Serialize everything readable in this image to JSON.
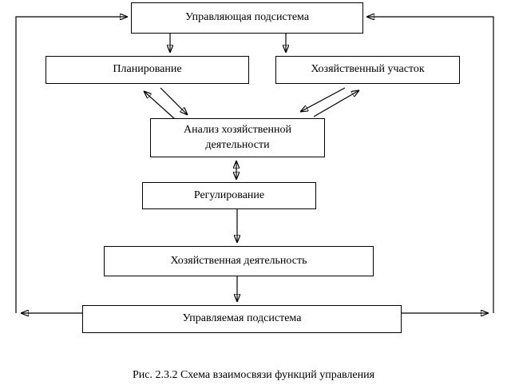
{
  "figure": {
    "caption": "Рис. 2.3.2 Схема взаимосвязи функций управления"
  },
  "diagram": {
    "type": "flowchart",
    "nodes": [
      {
        "id": "managing-subsystem",
        "label": "Управляющая подсистема"
      },
      {
        "id": "planning",
        "label": "Планирование"
      },
      {
        "id": "economic-section",
        "label": "Хозяйственный участок"
      },
      {
        "id": "analysis",
        "label": "Анализ хозяйственной деятельности"
      },
      {
        "id": "regulation",
        "label": "Регулирование"
      },
      {
        "id": "economic-activity",
        "label": "Хозяйственная деятельность"
      },
      {
        "id": "managed-subsystem",
        "label": "Управляемая подсистема"
      }
    ],
    "edges": [
      {
        "from": "managing-subsystem",
        "to": "planning",
        "direction": "one-way"
      },
      {
        "from": "managing-subsystem",
        "to": "economic-section",
        "direction": "one-way"
      },
      {
        "from": "analysis",
        "to": "planning",
        "direction": "one-way",
        "style": "diagonal"
      },
      {
        "from": "planning",
        "to": "analysis",
        "direction": "one-way",
        "style": "diagonal"
      },
      {
        "from": "economic-section",
        "to": "analysis",
        "direction": "one-way",
        "style": "diagonal"
      },
      {
        "from": "analysis",
        "to": "economic-section",
        "direction": "one-way",
        "style": "diagonal"
      },
      {
        "from": "analysis",
        "to": "regulation",
        "direction": "two-way"
      },
      {
        "from": "regulation",
        "to": "economic-activity",
        "direction": "one-way"
      },
      {
        "from": "economic-activity",
        "to": "managed-subsystem",
        "direction": "one-way"
      },
      {
        "from": "managed-subsystem",
        "to": "managing-subsystem",
        "direction": "one-way",
        "route": "left-side"
      },
      {
        "from": "managed-subsystem",
        "to": "managing-subsystem",
        "direction": "one-way",
        "route": "right-side"
      }
    ],
    "colors": {
      "line": "#000000",
      "box_border": "#000000",
      "background": "#ffffff",
      "text": "#000000"
    }
  }
}
